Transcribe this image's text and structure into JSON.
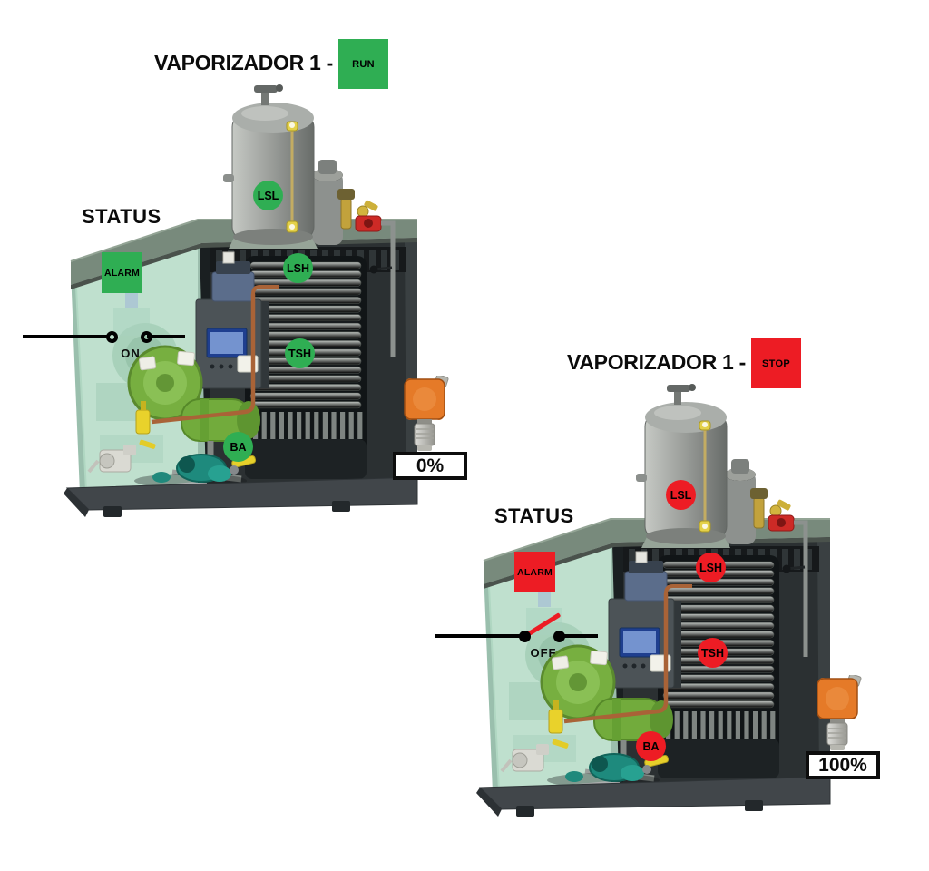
{
  "colors": {
    "run_green": "#2fae53",
    "stop_red": "#ed1c24",
    "detector_orange": "#e57a28"
  },
  "icons": {
    "gas_detector": "gas-detector",
    "machine": "vaporizer-skid"
  },
  "units": [
    {
      "title": "VAPORIZADOR 1 -",
      "state": "run",
      "state_label": "RUN",
      "status_heading": "STATUS",
      "alarm_label": "ALARM",
      "switch": {
        "label": "ON",
        "state": "closed"
      },
      "indicators": {
        "lsl": "LSL",
        "lsh": "LSH",
        "tsh": "TSH",
        "ba": "BA"
      },
      "gas_detector_level": "0%"
    },
    {
      "title": "VAPORIZADOR 1 -",
      "state": "stop",
      "state_label": "STOP",
      "status_heading": "STATUS",
      "alarm_label": "ALARM",
      "switch": {
        "label": "OFF",
        "state": "open"
      },
      "indicators": {
        "lsl": "LSL",
        "lsh": "LSH",
        "tsh": "TSH",
        "ba": "BA"
      },
      "gas_detector_level": "100%"
    }
  ]
}
